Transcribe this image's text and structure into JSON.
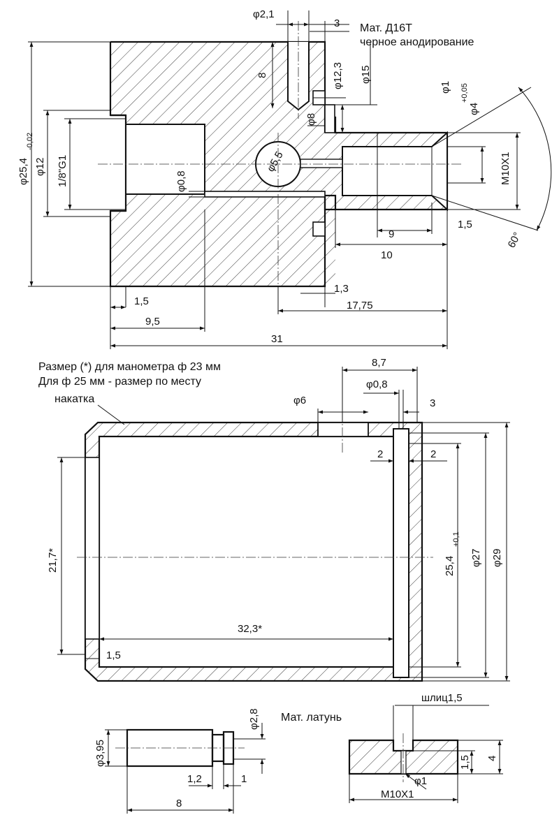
{
  "notes": {
    "material_top": "Мат. Д16Т",
    "finish_top": "черное анодирование",
    "size_note_line1": "Размер  (*) для манометра ф 23 мм",
    "size_note_line2": "Для ф 25 мм - размер по месту",
    "knurl": "накатка",
    "material_bottom": "Мат. латунь"
  },
  "top_view": {
    "dims": {
      "d2_1": "φ2,1",
      "w3": "3",
      "d12_3": "φ12,3",
      "d15": "φ15",
      "d1": "φ1",
      "d4_main": "φ4",
      "d4_tol": "+0,05",
      "h8": "8",
      "d8": "φ8",
      "d5_5": "φ5,5",
      "d25_4_main": "φ25,4",
      "d25_4_tol": "-0,02",
      "d12": "φ12",
      "g1": "1/8\"G1",
      "d0_8": "φ0,8",
      "m10x1": "M10X1",
      "angle60": "60°",
      "l9": "9",
      "l1_5_right": "1,5",
      "l10": "10",
      "l1_3": "1,3",
      "l17_75": "17,75",
      "l1_5_left": "1,5",
      "l9_5": "9,5",
      "l31": "31"
    }
  },
  "middle_view": {
    "dims": {
      "l8_7": "8,7",
      "d0_8": "φ0,8",
      "d6": "φ6",
      "w3": "3",
      "w2_left": "2",
      "w2_right": "2",
      "h21_7": "21,7*",
      "d25_4_main": "25,4",
      "d25_4_tol": "+0,1",
      "d27": "φ27",
      "d29": "φ29",
      "l32_3": "32,3*",
      "l1_5": "1,5"
    }
  },
  "pin_view": {
    "dims": {
      "d2_8": "φ2,8",
      "d3_95": "φ3,95",
      "l1_2": "1,2",
      "l1": "1",
      "l8": "8"
    }
  },
  "screw_view": {
    "dims": {
      "slot": "шлиц1,5",
      "h1_5": "1,5",
      "h4": "4",
      "d1": "φ1",
      "m10x1": "M10X1"
    }
  }
}
